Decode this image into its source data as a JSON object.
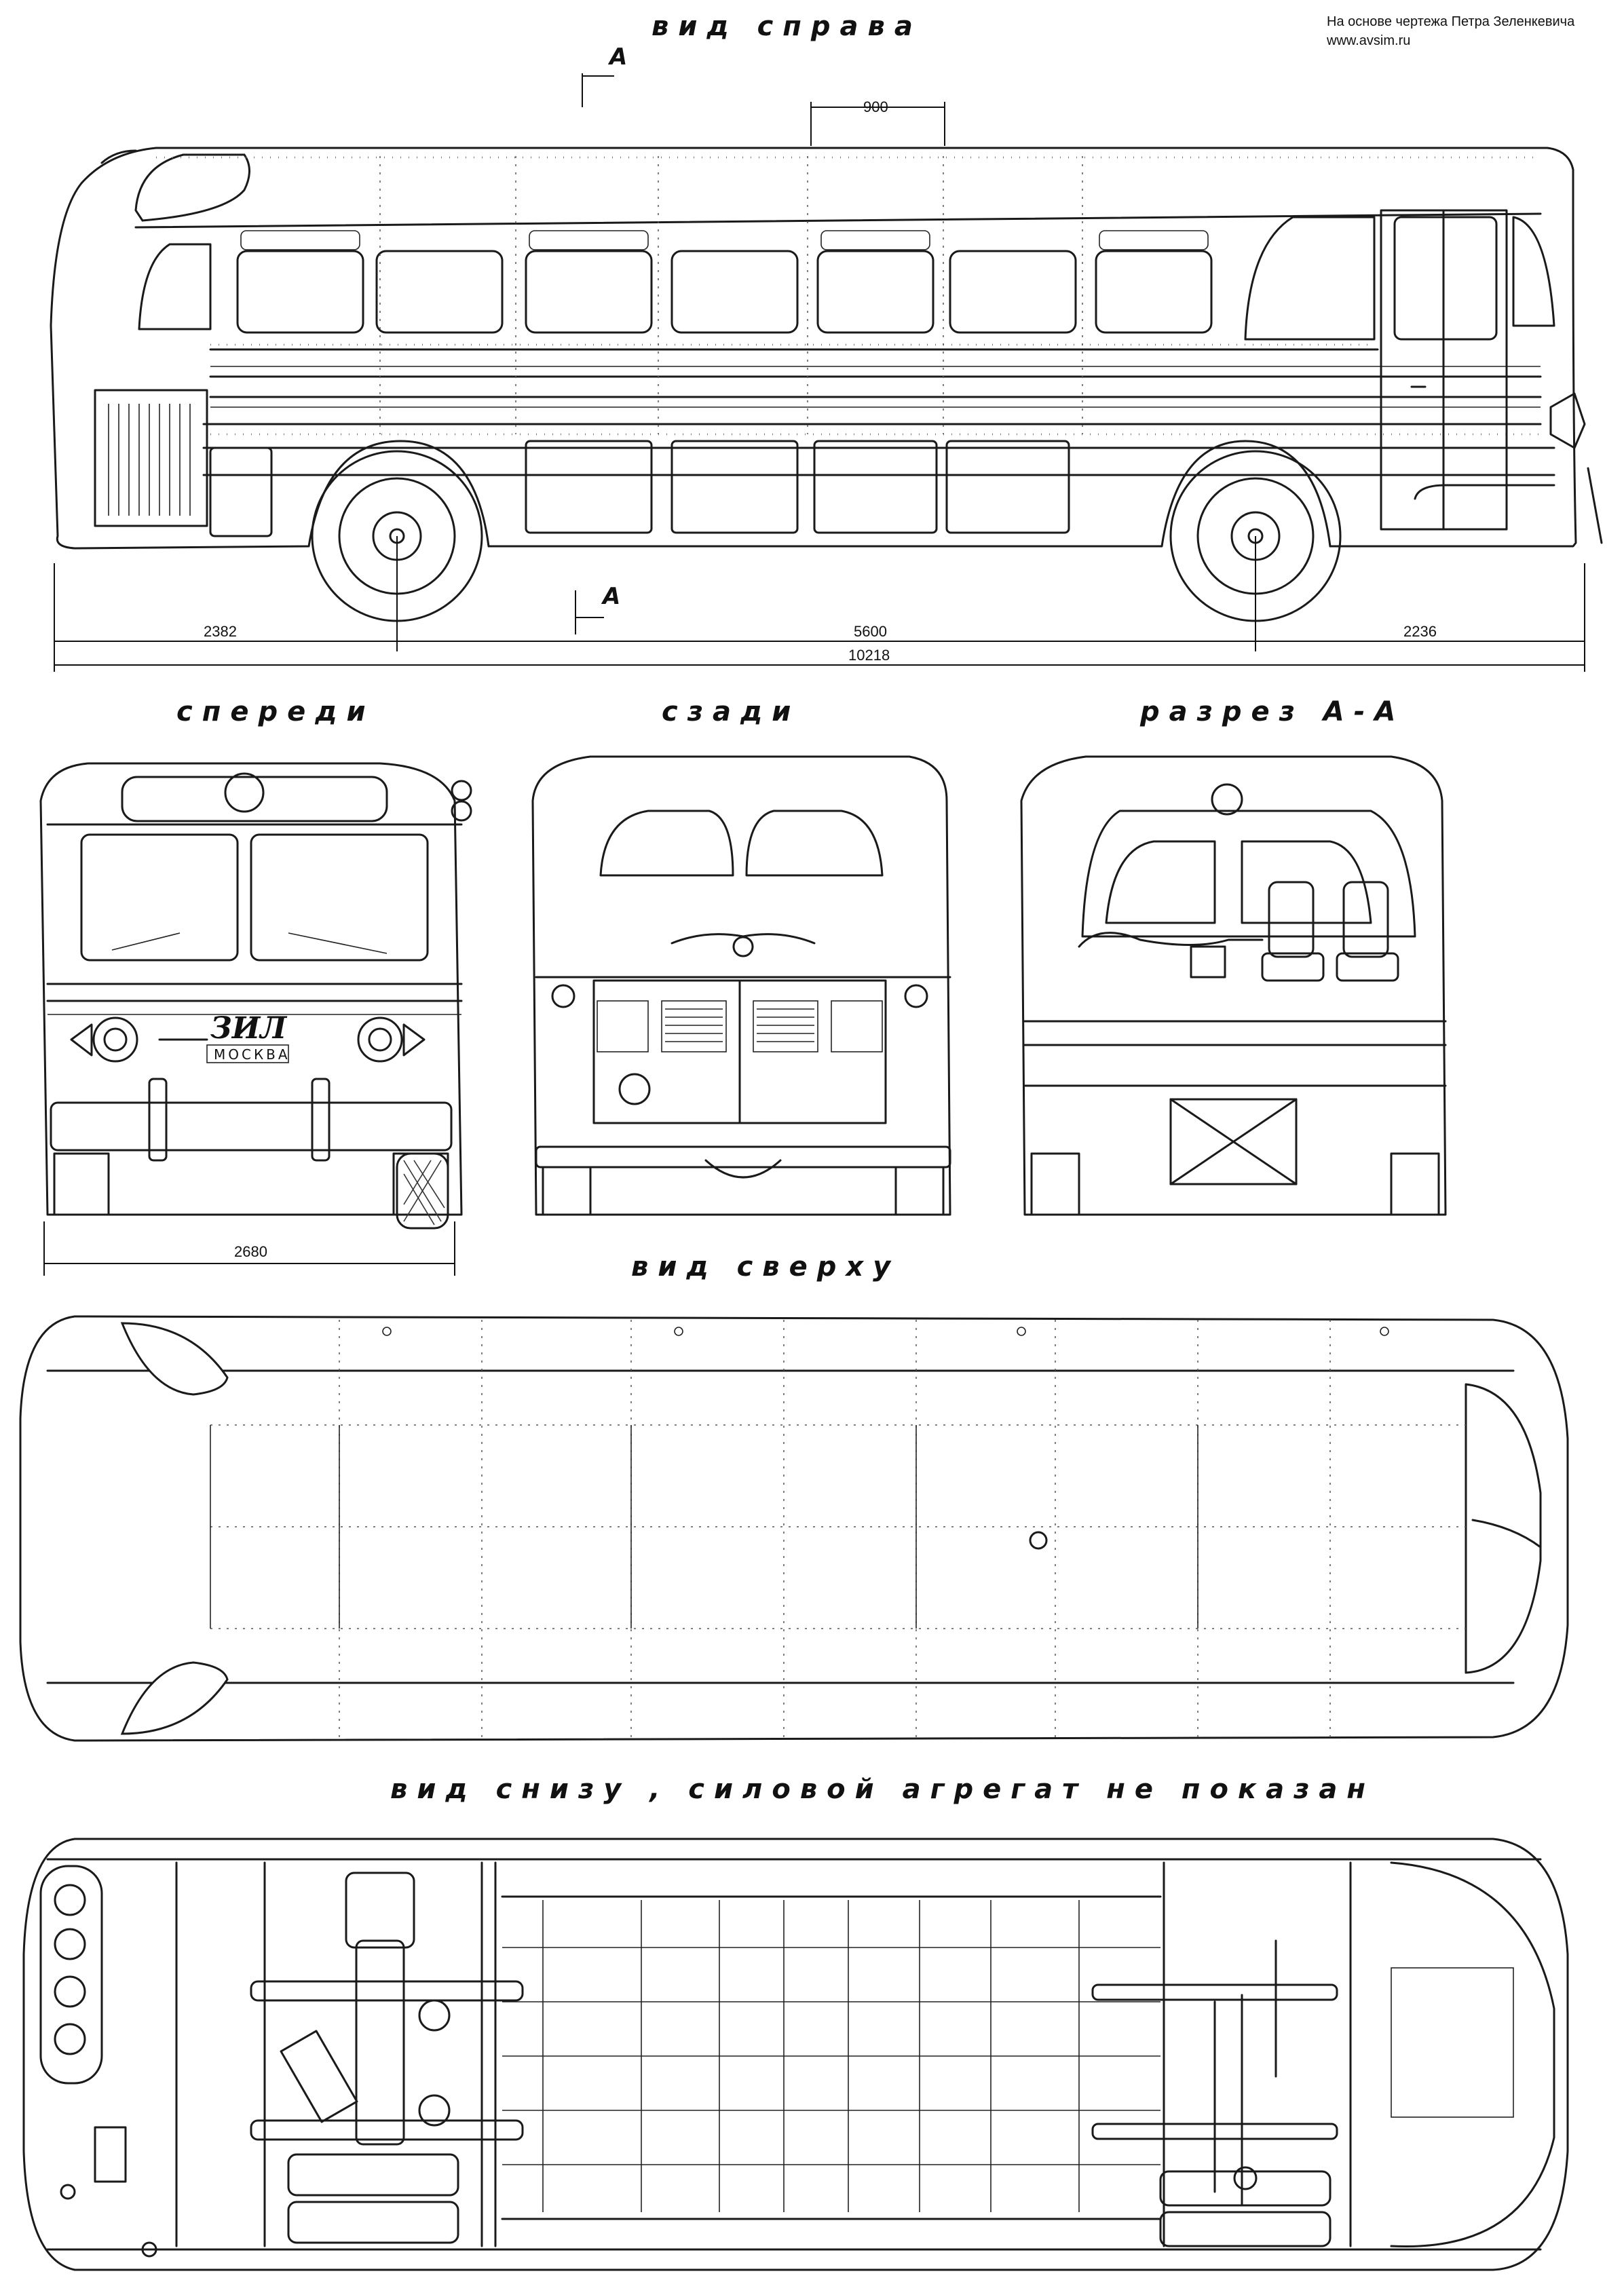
{
  "credit": {
    "line1": "На основе чертежа Петра Зеленкевича",
    "line2": "www.avsim.ru"
  },
  "views": {
    "side": {
      "title": "вид справа"
    },
    "front": {
      "title": "спереди"
    },
    "rear": {
      "title": "сзади"
    },
    "section": {
      "title": "разрез А-А"
    },
    "top": {
      "title": "вид сверху"
    },
    "bottom": {
      "title": "вид снизу , силовой агрегат не показан"
    }
  },
  "section_marker": {
    "label_top": "А",
    "label_bottom": "А"
  },
  "dimensions": {
    "roof_hatch": "900",
    "front_overhang": "2382",
    "wheelbase": "5600",
    "rear_overhang": "2236",
    "overall_length": "10218",
    "overall_width": "2680"
  },
  "front_badge": {
    "model": "ЗИЛ",
    "city": "МОСКВА"
  },
  "icons": {
    "front_headlight": "headlight-icon",
    "wheel": "wheel-icon",
    "grille": "grille-icon",
    "seat": "seat-icon"
  }
}
